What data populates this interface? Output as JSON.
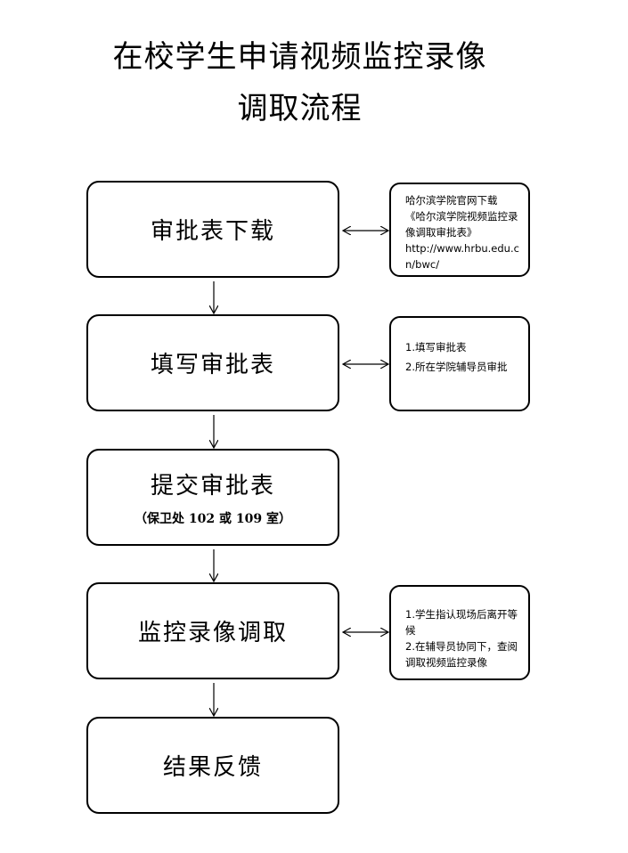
{
  "title": {
    "line1": "在校学生申请视频监控录像",
    "line2": "调取流程"
  },
  "steps": [
    {
      "label": "审批表下载",
      "sub": ""
    },
    {
      "label": "填写审批表",
      "sub": ""
    },
    {
      "label": "提交审批表",
      "sub": "（保卫处 102 或 109 室）"
    },
    {
      "label": "监控录像调取",
      "sub": ""
    },
    {
      "label": "结果反馈",
      "sub": ""
    }
  ],
  "notes": [
    {
      "lines": [
        "哈尔滨学院官网下载",
        "《哈尔滨学院视频监控录像调取审批表》",
        "http://www.hrbu.edu.cn/bwc/"
      ]
    },
    {
      "lines": [
        "1.填写审批表",
        "2.所在学院辅导员审批"
      ]
    },
    {
      "lines": [
        "1.学生指认现场后离开等候",
        "2.在辅导员协同下，查阅调取视频监控录像"
      ]
    }
  ]
}
